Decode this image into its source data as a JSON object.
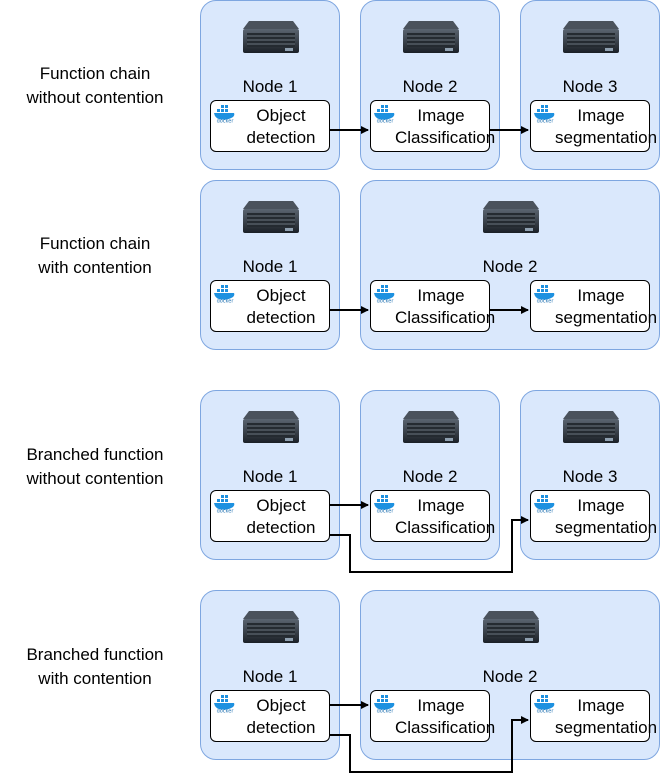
{
  "rows": [
    {
      "label": "Function chain\nwithout contention",
      "nodes": [
        "Node 1",
        "Node 2",
        "Node 3"
      ],
      "functions": [
        "Object\ndetection",
        "Image\nClassification",
        "Image\nsegmentation"
      ]
    },
    {
      "label": "Function chain\nwith contention",
      "nodes": [
        "Node 1",
        "Node 2"
      ],
      "functions": [
        "Object\ndetection",
        "Image\nClassification",
        "Image\nsegmentation"
      ]
    },
    {
      "label": "Branched function\nwithout contention",
      "nodes": [
        "Node 1",
        "Node 2",
        "Node 3"
      ],
      "functions": [
        "Object\ndetection",
        "Image\nClassification",
        "Image\nsegmentation"
      ]
    },
    {
      "label": "Branched function\nwith contention",
      "nodes": [
        "Node 1",
        "Node 2"
      ],
      "functions": [
        "Object\ndetection",
        "Image\nClassification",
        "Image\nsegmentation"
      ]
    }
  ],
  "colors": {
    "node_fill": "#dae8fc",
    "node_border": "#7ea6e0",
    "arrow": "#000000"
  },
  "icons": {
    "server": "server-icon",
    "container": "docker-icon"
  }
}
